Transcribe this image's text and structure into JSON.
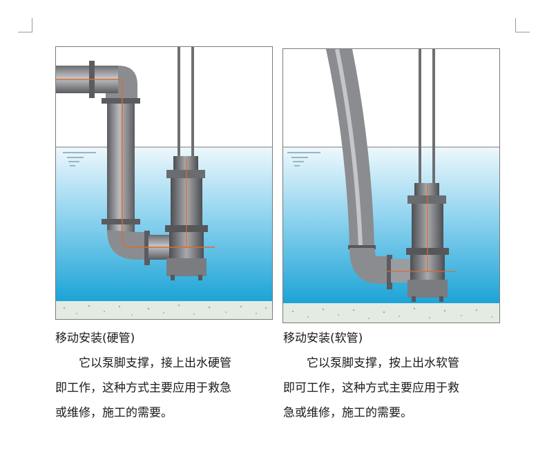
{
  "left": {
    "caption": "移动安装(硬管)",
    "lines": [
      "　　它以泵脚支撑，接上出水硬管",
      "即工作，这种方式主要应用于救急",
      "或维修，施工的需要。"
    ]
  },
  "right": {
    "caption": "移动安装(软管)",
    "lines": [
      "　　它以泵脚支撑，按上出水软管",
      "即可工作，这种方式主要应用于救",
      "急或维修，施工的需要。"
    ]
  },
  "colors": {
    "water_top": "#e9f6fb",
    "water_bottom": "#1aa3d6",
    "pipe": "#8a8c90",
    "pipe_dark": "#55575b",
    "pipe_light": "#c4c6ca",
    "accent_line": "#e06a2a",
    "floor": "#e4ebe2"
  }
}
